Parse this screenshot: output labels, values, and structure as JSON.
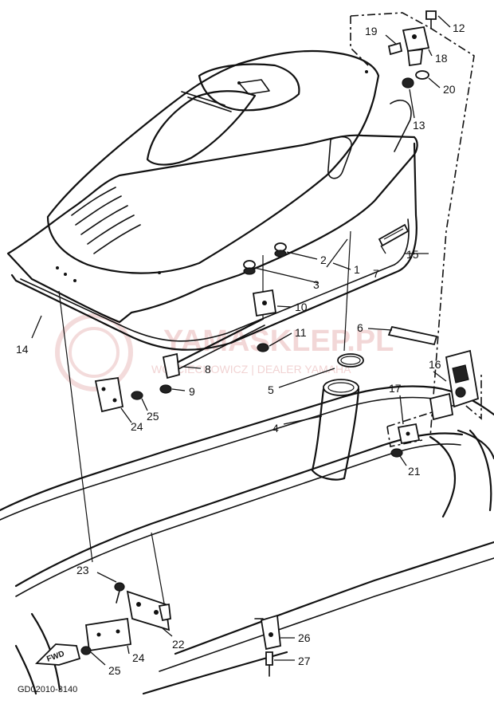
{
  "diagram_code": "GD02010-3140",
  "direction_label": "FWD",
  "watermark": {
    "title": "YAMASKLEP.PL",
    "subtitle": "WOJCIECHOWICZ | DEALER YAMAHA"
  },
  "callouts": [
    "1",
    "2",
    "3",
    "4",
    "5",
    "6",
    "7",
    "8",
    "9",
    "10",
    "11",
    "12",
    "13",
    "14",
    "15",
    "16",
    "17",
    "18",
    "19",
    "20",
    "21",
    "22",
    "23",
    "24",
    "25",
    "26",
    "27"
  ]
}
